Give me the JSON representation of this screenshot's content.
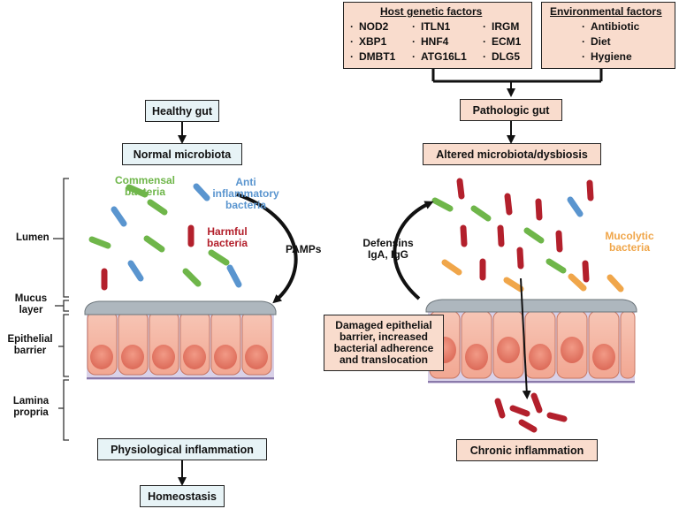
{
  "left": {
    "healthy_gut": "Healthy gut",
    "normal_microbiota": "Normal microbiota",
    "commensal": "Commensal\nbacteria",
    "anti_inflammatory": "Anti\ninflammatory\nbacteria",
    "harmful": "Harmful\nbacteria",
    "pamps": "PAMPs",
    "physiological_inflammation": "Physiological inflammation",
    "homeostasis": "Homeostasis"
  },
  "layers": {
    "lumen": "Lumen",
    "mucus": "Mucus\nlayer",
    "epithelial": "Epithelial\nbarrier",
    "lamina": "Lamina\npropria"
  },
  "host": {
    "title": "Host genetic factors",
    "genes": [
      "NOD2",
      "ITLN1",
      "IRGM",
      "XBP1",
      "HNF4",
      "ECM1",
      "DMBT1",
      "ATG16L1",
      "DLG5"
    ]
  },
  "environment": {
    "title": "Environmental factors",
    "items": [
      "Antibiotic",
      "Diet",
      "Hygiene"
    ]
  },
  "right": {
    "pathologic_gut": "Pathologic gut",
    "altered": "Altered microbiota/dysbiosis",
    "defensins": "Defensins\nIgA, IgG",
    "mucolytic": "Mucolytic\nbacteria",
    "damaged": "Damaged epithelial\nbarrier, increased\nbacterial adherence\nand translocation",
    "chronic": "Chronic inflammation"
  },
  "colors": {
    "commensal": "#6fb64a",
    "anti_inflammatory": "#5a95cf",
    "harmful": "#b3202c",
    "mucolytic": "#f0a64a",
    "blue_box": "#e7f3f6",
    "pink_box": "#f9dccd",
    "cell": "#f4b7a4",
    "nucleus": "#e57564"
  }
}
